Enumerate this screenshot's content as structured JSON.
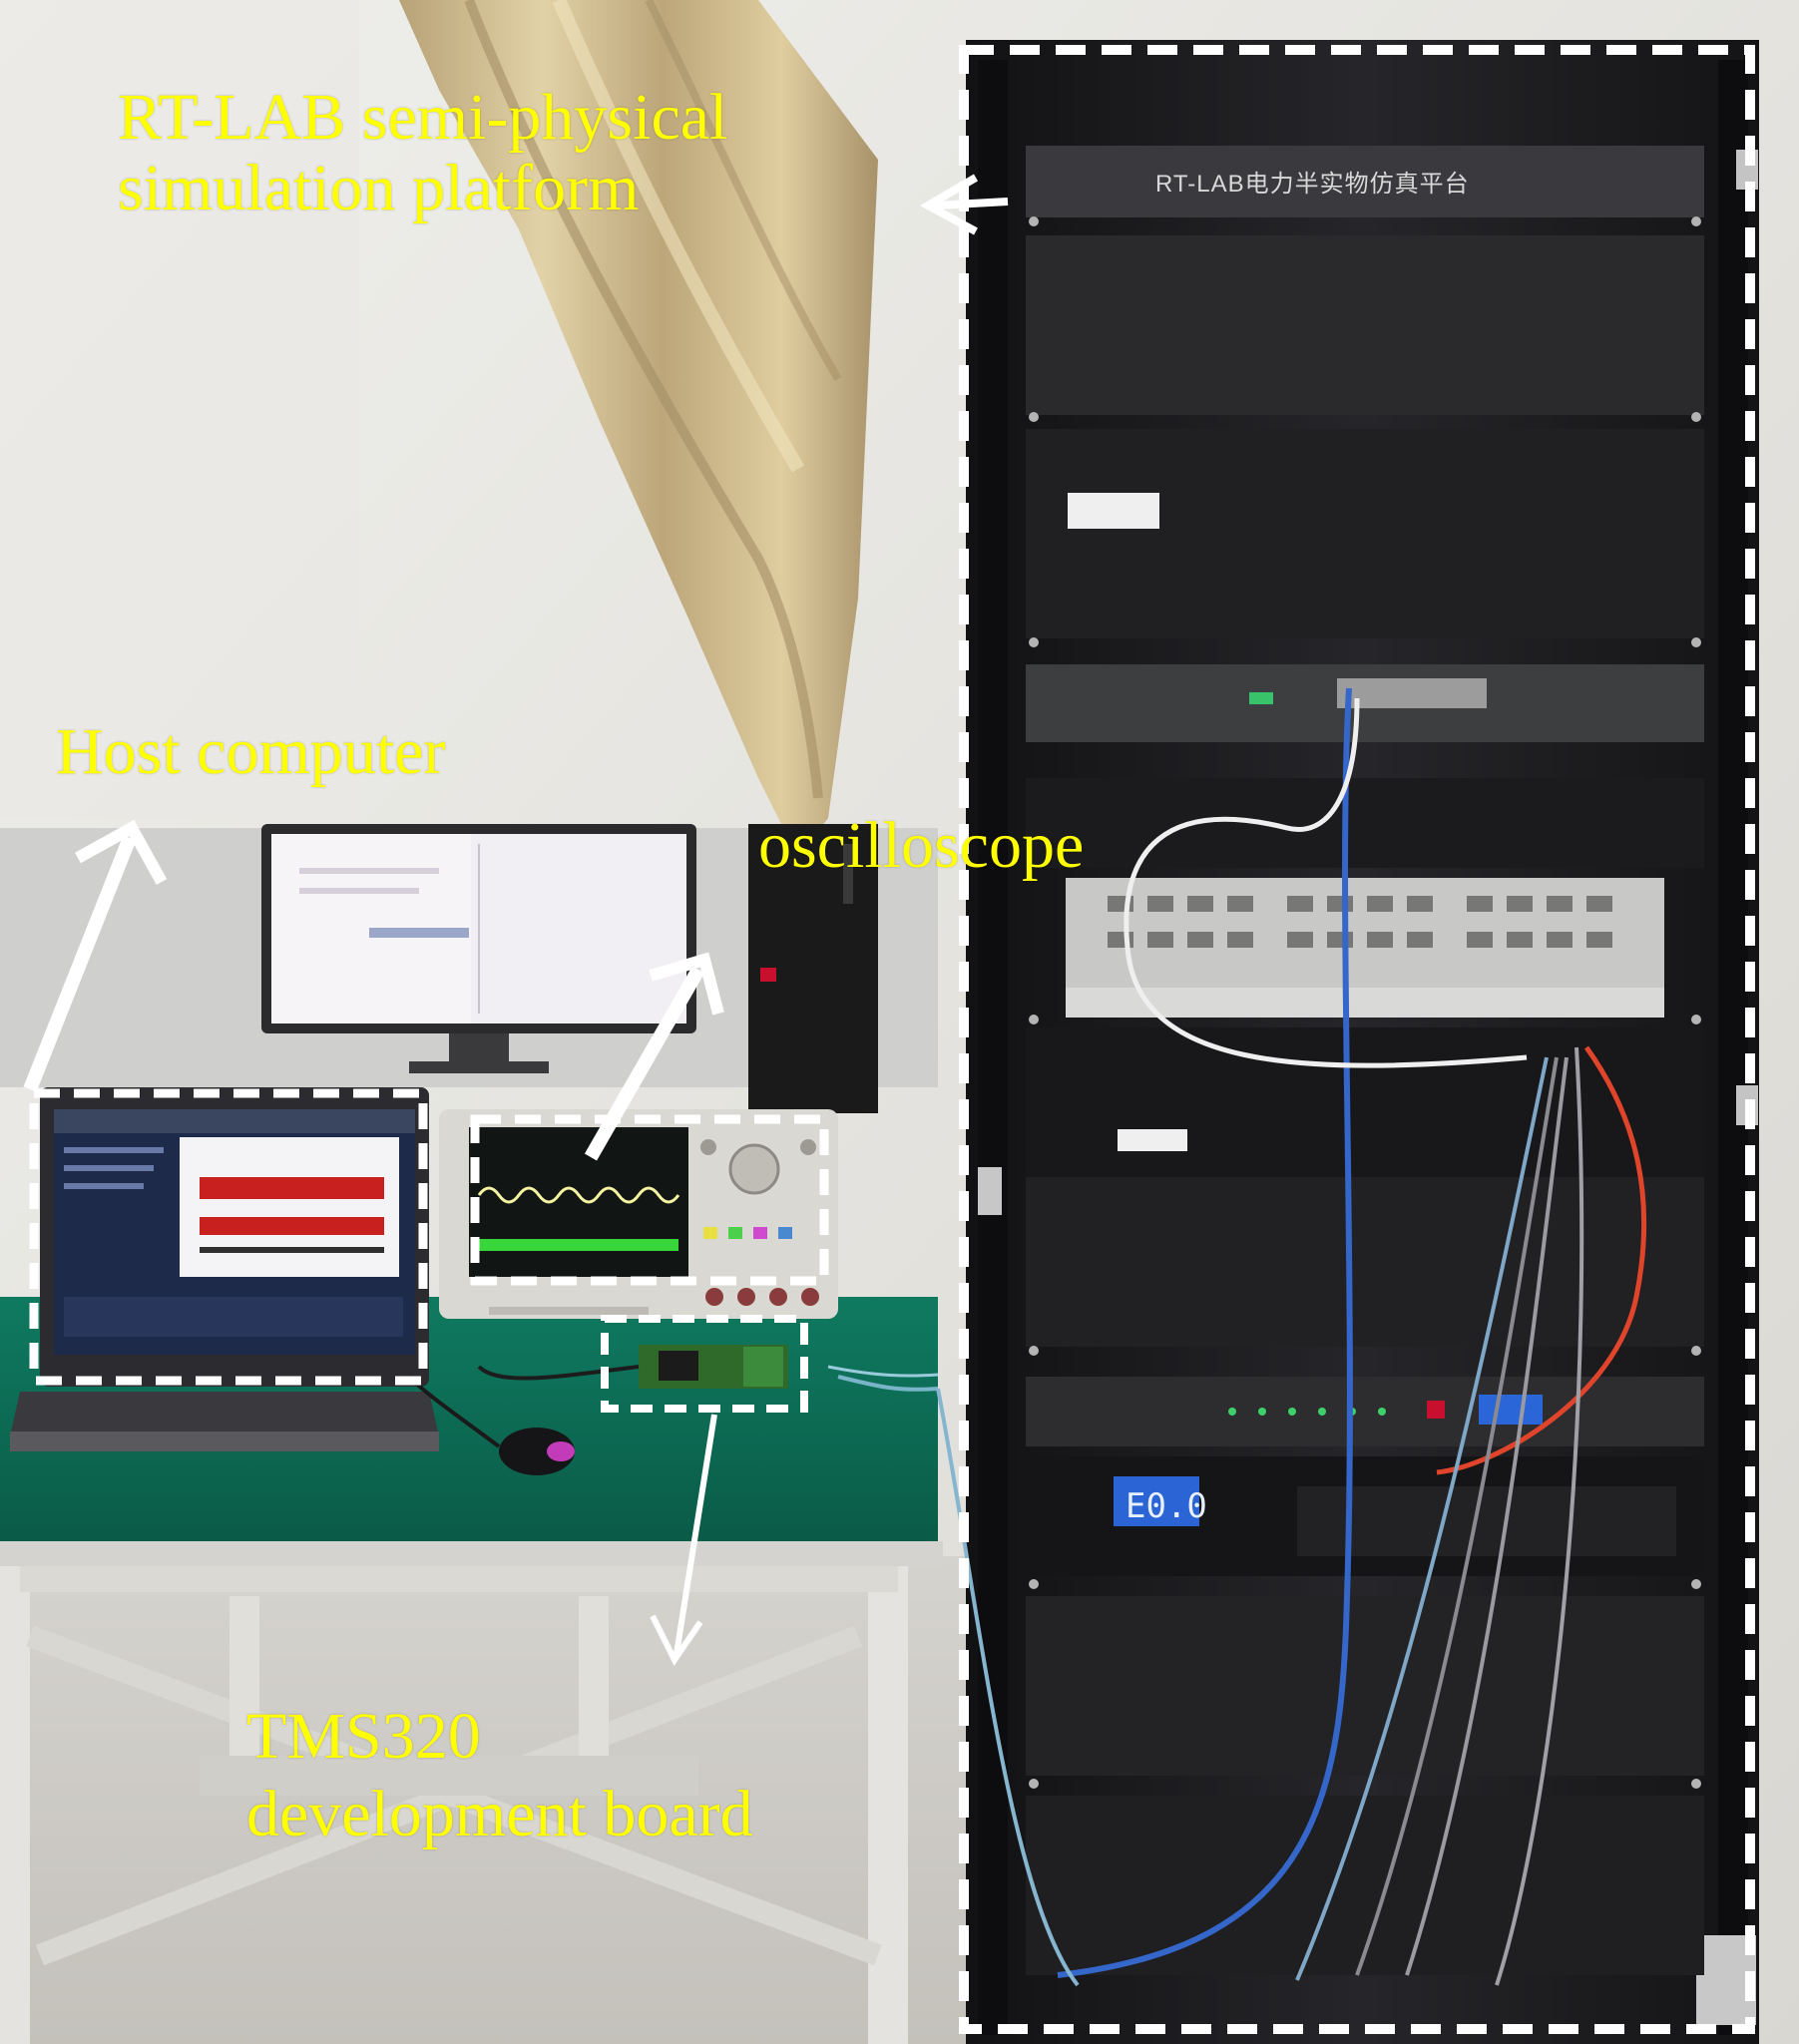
{
  "labels": {
    "rtlab_line1": "RT-LAB   semi-physical",
    "rtlab_line2": "simulation platform",
    "host": "Host computer",
    "oscilloscope": "oscilloscope",
    "tms_line1": "TMS320",
    "tms_line2": "development board"
  },
  "rack": {
    "top_panel_text": "RT-LAB电力半实物仿真平台",
    "psu_readout": "E0.0"
  },
  "colors": {
    "label_text": "#ffff00",
    "box_outline": "#ffffff",
    "arrow": "#ffffff",
    "wall": "#e4e2de",
    "rack": "#1c1c1e",
    "table_top": "#0d6b55",
    "curtain": "#cdb88a"
  }
}
